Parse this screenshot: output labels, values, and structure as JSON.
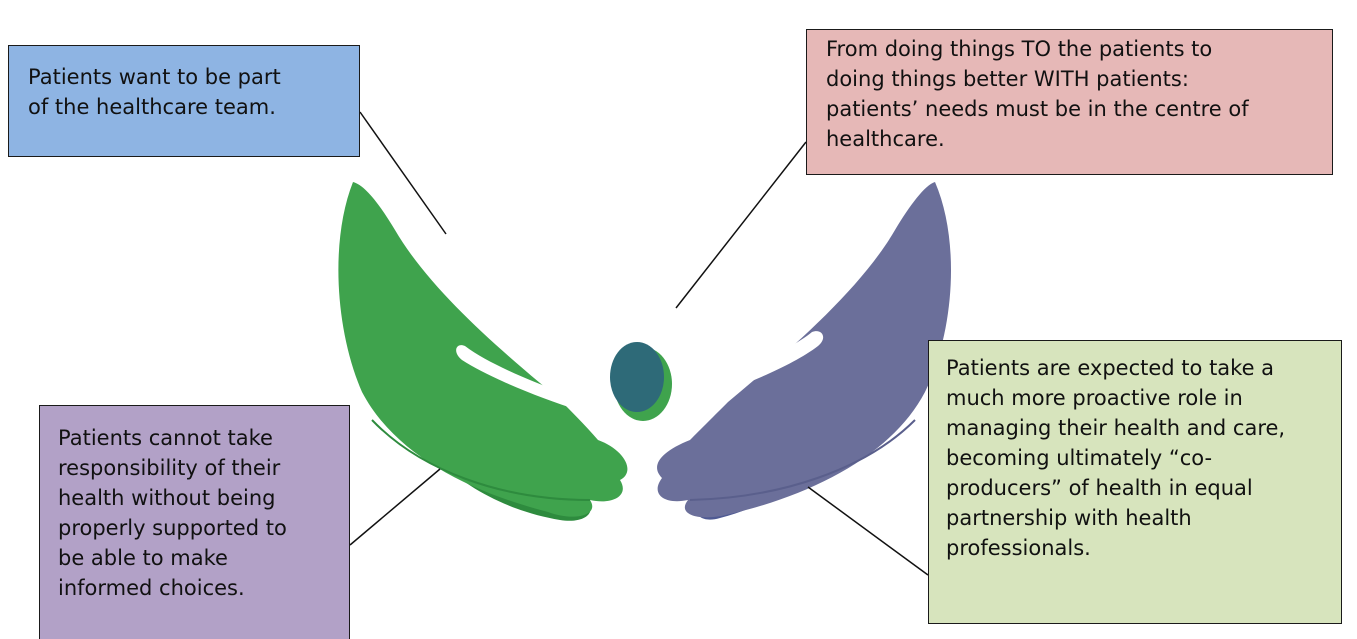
{
  "colors": {
    "left_hand": "#3fa34d",
    "left_hand_shadow": "#2e8b3e",
    "right_hand": "#6b6f9a",
    "right_hand_shadow": "#4f5a93",
    "head_fill": "#2e6a78",
    "head_rim": "#3fa34d",
    "box_blue": "#8eb4e3",
    "box_red": "#e6b8b7",
    "box_purple": "#b2a1c7",
    "box_green": "#d7e4bd"
  },
  "callouts": {
    "top_left": "Patients want to be part\nof the healthcare team.",
    "top_right": "From doing things TO the patients to\ndoing things better WITH patients:\npatients’ needs must be in the centre of\nhealthcare.",
    "bottom_left": "Patients cannot take\nresponsibility of their\nhealth without being\nproperly supported to\nbe able to make\ninformed choices.",
    "bottom_right": "Patients are expected to take a\nmuch more proactive role in\nmanaging their health and care,\nbecoming ultimately “co-\nproducers” of health in equal\npartnership with health\nprofessionals."
  }
}
